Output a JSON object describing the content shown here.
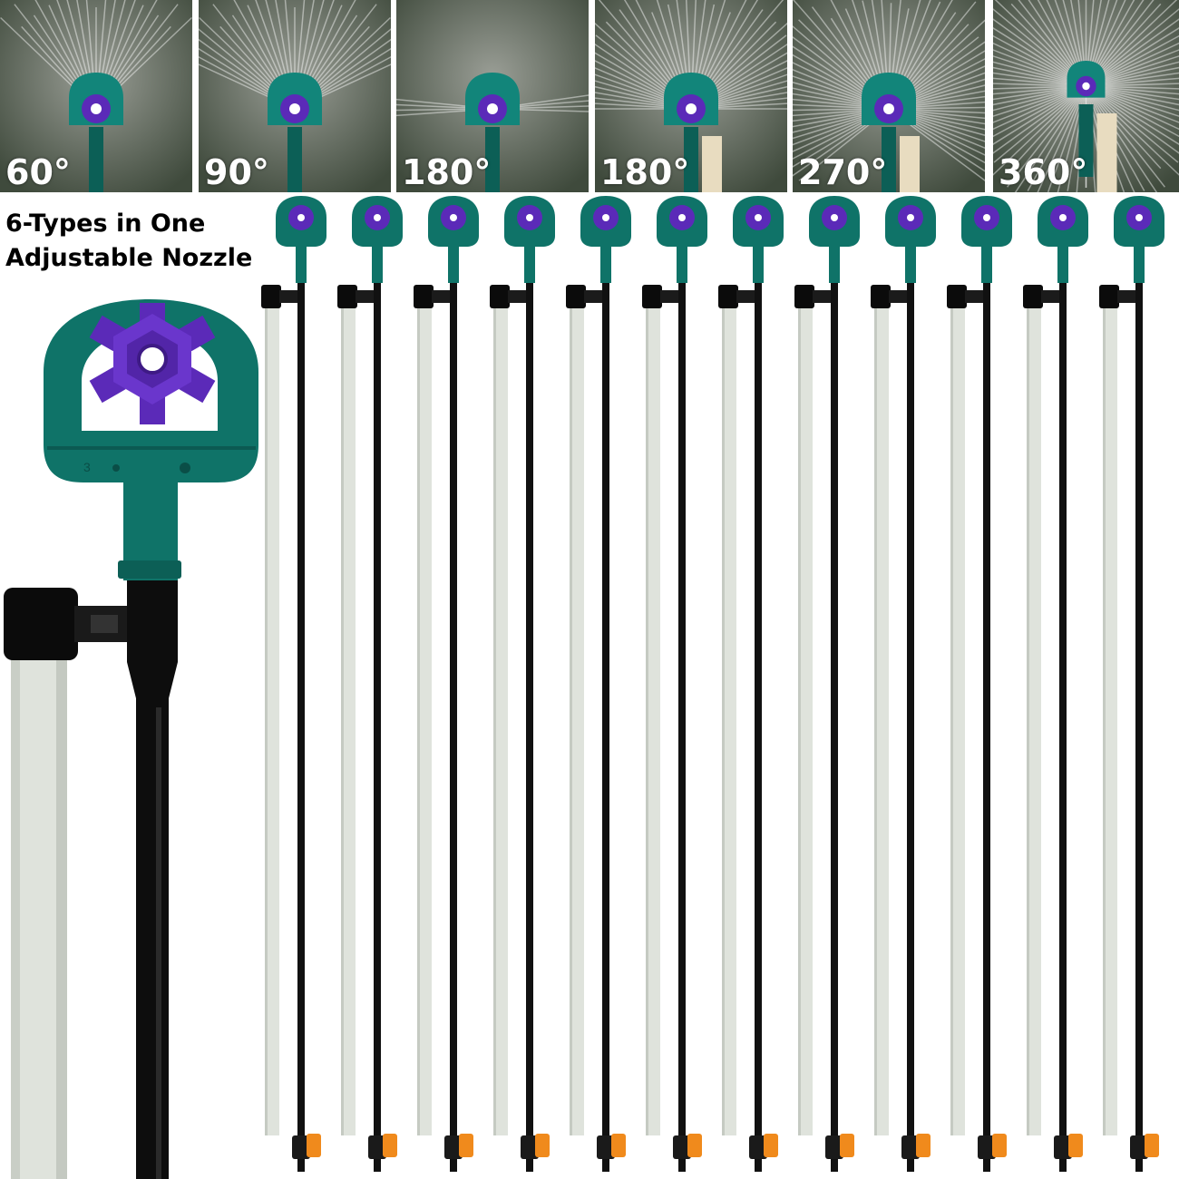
{
  "spray_photos": [
    {
      "angle_label": "60°",
      "spray_type": "narrow-cone"
    },
    {
      "angle_label": "90°",
      "spray_type": "wide-cone"
    },
    {
      "angle_label": "180°",
      "spray_type": "side-profile"
    },
    {
      "angle_label": "180°",
      "spray_type": "half-fan"
    },
    {
      "angle_label": "270°",
      "spray_type": "three-quarter-fan"
    },
    {
      "angle_label": "360°",
      "spray_type": "full-circle"
    }
  ],
  "headline": {
    "line1": "6-Types in One",
    "line2": "Adjustable Nozzle"
  },
  "product": {
    "stake_count": 12,
    "nozzle_number": "3"
  },
  "colors": {
    "nozzle_teal": "#0f7368",
    "nozzle_purple": "#5b2ab8",
    "stake_gray": "#dfe3dc",
    "tube_black": "#111111",
    "connector_orange": "#f08a1c"
  }
}
